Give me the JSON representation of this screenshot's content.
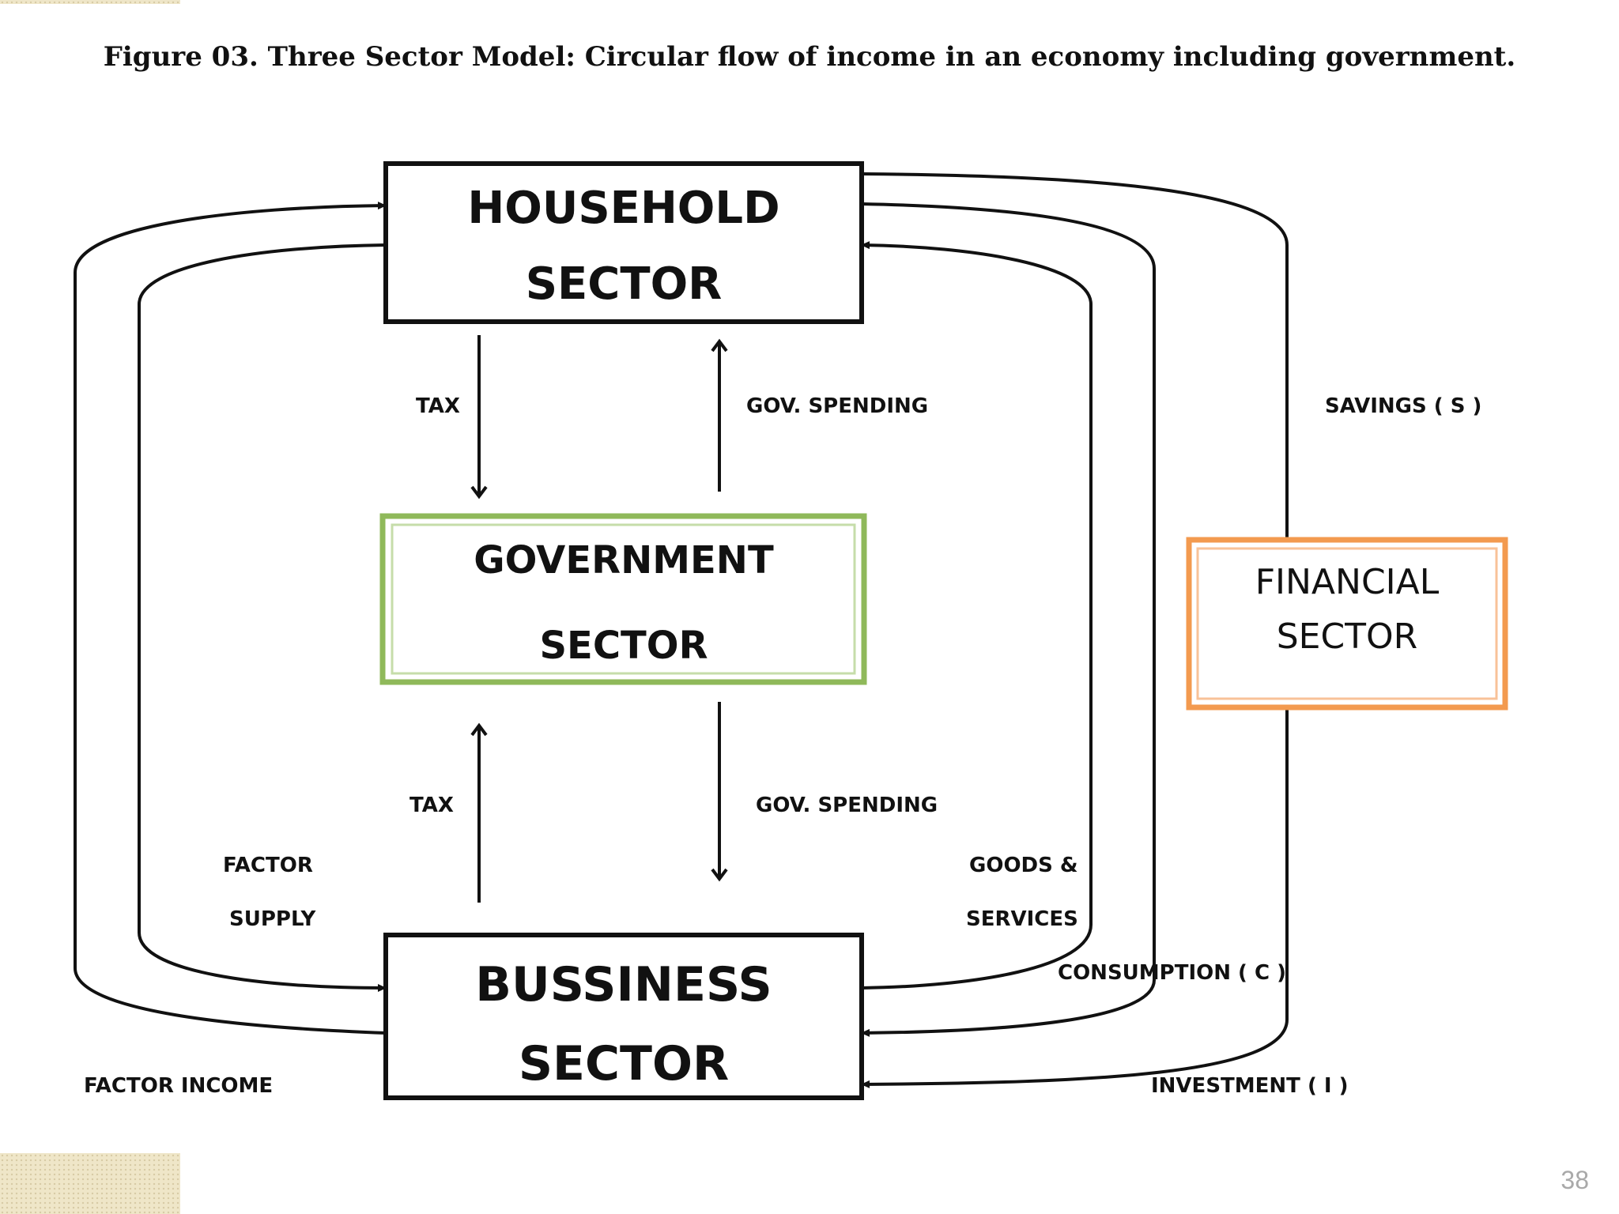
{
  "figure": {
    "caption": "Figure 03. Three Sector Model: Circular flow of income in an economy including government."
  },
  "sectors": {
    "household": {
      "line1": "HOUSEHOLD",
      "line2": "SECTOR"
    },
    "government": {
      "line1": "GOVERNMENT",
      "line2": "SECTOR"
    },
    "business": {
      "line1": "BUSSINESS",
      "line2": "SECTOR"
    },
    "financial": {
      "line1": "FINANCIAL",
      "line2": "SECTOR"
    }
  },
  "flows": {
    "tax_household": "TAX",
    "gov_spending_household": "GOV. SPENDING",
    "tax_business": "TAX",
    "gov_spending_business": "GOV. SPENDING",
    "savings": "SAVINGS ( S )",
    "factor_supply_line1": "FACTOR",
    "factor_supply_line2": "SUPPLY",
    "goods_services_line1": "GOODS &",
    "goods_services_line2": "SERVICES",
    "consumption": "CONSUMPTION ( C )",
    "factor_income": "FACTOR INCOME",
    "investment": "INVESTMENT ( I )"
  },
  "colors": {
    "government_border": "#8fb95a",
    "financial_border": "#f39a4f",
    "line": "#111111"
  },
  "slide": {
    "page_number": "38"
  }
}
